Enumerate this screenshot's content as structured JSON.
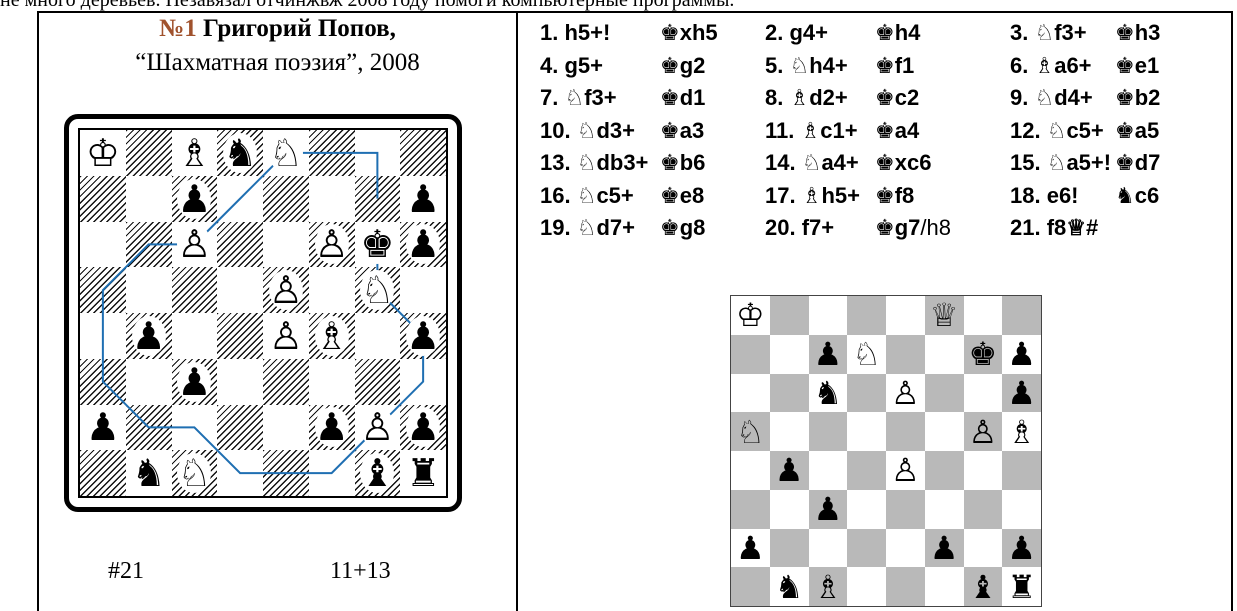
{
  "top_strip": "не много деревьев. Незавязал отчйнжвж 2008 году помоги компьютерные программы.",
  "problem": {
    "number": "№1",
    "author": "Григорий Попов,",
    "source": "“Шахматная поэзия”, 2008",
    "stipulation": "#21",
    "piece_count": "11+13"
  },
  "diagram_pieces": [
    {
      "sq": "a8",
      "glyph": "♔"
    },
    {
      "sq": "c8",
      "glyph": "♗"
    },
    {
      "sq": "d8",
      "glyph": "♞"
    },
    {
      "sq": "e8",
      "glyph": "♘"
    },
    {
      "sq": "c7",
      "glyph": "♟"
    },
    {
      "sq": "h7",
      "glyph": "♟"
    },
    {
      "sq": "c6",
      "glyph": "♙"
    },
    {
      "sq": "f6",
      "glyph": "♙"
    },
    {
      "sq": "g6",
      "glyph": "♚"
    },
    {
      "sq": "h6",
      "glyph": "♟"
    },
    {
      "sq": "e5",
      "glyph": "♙"
    },
    {
      "sq": "g5",
      "glyph": "♘"
    },
    {
      "sq": "b4",
      "glyph": "♟"
    },
    {
      "sq": "e4",
      "glyph": "♙"
    },
    {
      "sq": "f4",
      "glyph": "♗"
    },
    {
      "sq": "h4",
      "glyph": "♟"
    },
    {
      "sq": "c3",
      "glyph": "♟"
    },
    {
      "sq": "a2",
      "glyph": "♟"
    },
    {
      "sq": "f2",
      "glyph": "♟"
    },
    {
      "sq": "g2",
      "glyph": "♙"
    },
    {
      "sq": "h2",
      "glyph": "♟"
    },
    {
      "sq": "b1",
      "glyph": "♞"
    },
    {
      "sq": "c1",
      "glyph": "♘"
    },
    {
      "sq": "g1",
      "glyph": "♝"
    },
    {
      "sq": "h1",
      "glyph": "♜"
    }
  ],
  "king_path": [
    "g6",
    "g5",
    "h4",
    "h3",
    "g2",
    "f1",
    "e1",
    "d1",
    "c2",
    "b2",
    "a3",
    "a4",
    "a5",
    "b6",
    "c6",
    "d7",
    "e8",
    "f8",
    "g8",
    "g7"
  ],
  "solution_lines": [
    [
      {
        "num": "1.",
        "fig": "",
        "mv": "h5+!"
      },
      {
        "num": "",
        "fig": "♚",
        "mv": "xh5"
      },
      {
        "num": "2.",
        "fig": "",
        "mv": "g4+"
      },
      {
        "num": "",
        "fig": "♚",
        "mv": "h4"
      },
      {
        "num": "3.",
        "fig": "♘",
        "mv": "f3+"
      },
      {
        "num": "",
        "fig": "♚",
        "mv": "h3"
      }
    ],
    [
      {
        "num": "4.",
        "fig": "",
        "mv": "g5+"
      },
      {
        "num": "",
        "fig": "♚",
        "mv": "g2"
      },
      {
        "num": "5.",
        "fig": "♘",
        "mv": "h4+"
      },
      {
        "num": "",
        "fig": "♚",
        "mv": "f1"
      },
      {
        "num": "6.",
        "fig": "♗",
        "mv": "a6+"
      },
      {
        "num": "",
        "fig": "♚",
        "mv": "e1"
      }
    ],
    [
      {
        "num": "7.",
        "fig": "♘",
        "mv": "f3+"
      },
      {
        "num": "",
        "fig": "♚",
        "mv": "d1"
      },
      {
        "num": "8.",
        "fig": "♗",
        "mv": "d2+"
      },
      {
        "num": "",
        "fig": "♚",
        "mv": "c2"
      },
      {
        "num": "9.",
        "fig": "♘",
        "mv": "d4+"
      },
      {
        "num": "",
        "fig": "♚",
        "mv": "b2"
      }
    ],
    [
      {
        "num": "10.",
        "fig": "♘",
        "mv": "d3+"
      },
      {
        "num": "",
        "fig": "♚",
        "mv": "a3"
      },
      {
        "num": "11.",
        "fig": "♗",
        "mv": "c1+"
      },
      {
        "num": "",
        "fig": "♚",
        "mv": "a4"
      },
      {
        "num": "12.",
        "fig": "♘",
        "mv": "c5+"
      },
      {
        "num": "",
        "fig": "♚",
        "mv": "a5"
      }
    ],
    [
      {
        "num": "13.",
        "fig": "♘",
        "mv": "db3+"
      },
      {
        "num": "",
        "fig": "♚",
        "mv": "b6"
      },
      {
        "num": "14.",
        "fig": "♘",
        "mv": "a4+"
      },
      {
        "num": "",
        "fig": "♚",
        "mv": "xc6"
      },
      {
        "num": "15.",
        "fig": "♘",
        "mv": "a5+!"
      },
      {
        "num": "",
        "fig": "♚",
        "mv": "d7"
      }
    ],
    [
      {
        "num": "16.",
        "fig": "♘",
        "mv": "c5+"
      },
      {
        "num": "",
        "fig": "♚",
        "mv": "e8"
      },
      {
        "num": "17.",
        "fig": "♗",
        "mv": "h5+"
      },
      {
        "num": "",
        "fig": "♚",
        "mv": "f8"
      },
      {
        "num": "18.",
        "fig": "",
        "mv": "e6!"
      },
      {
        "num": "",
        "fig": "♞",
        "mv": "c6"
      }
    ],
    [
      {
        "num": "19.",
        "fig": "♘",
        "mv": "d7+"
      },
      {
        "num": "",
        "fig": "♚",
        "mv": "g8"
      },
      {
        "num": "20.",
        "fig": "",
        "mv": "f7+"
      },
      {
        "num": "",
        "fig": "♚",
        "mv": "g7",
        "light": "/h8"
      },
      {
        "num": "21.",
        "fig": "",
        "mv": "f8♕#"
      }
    ]
  ],
  "final_pieces": [
    {
      "sq": "a8",
      "glyph": "♔"
    },
    {
      "sq": "f8",
      "glyph": "♕"
    },
    {
      "sq": "c7",
      "glyph": "♟"
    },
    {
      "sq": "d7",
      "glyph": "♘"
    },
    {
      "sq": "g7",
      "glyph": "♚"
    },
    {
      "sq": "h7",
      "glyph": "♟"
    },
    {
      "sq": "c6",
      "glyph": "♞"
    },
    {
      "sq": "e6",
      "glyph": "♙"
    },
    {
      "sq": "h6",
      "glyph": "♟"
    },
    {
      "sq": "a5",
      "glyph": "♘"
    },
    {
      "sq": "g5",
      "glyph": "♙"
    },
    {
      "sq": "h5",
      "glyph": "♗"
    },
    {
      "sq": "b4",
      "glyph": "♟"
    },
    {
      "sq": "e4",
      "glyph": "♙"
    },
    {
      "sq": "c3",
      "glyph": "♟"
    },
    {
      "sq": "a2",
      "glyph": "♟"
    },
    {
      "sq": "f2",
      "glyph": "♟"
    },
    {
      "sq": "h2",
      "glyph": "♟"
    },
    {
      "sq": "b1",
      "glyph": "♞"
    },
    {
      "sq": "c1",
      "glyph": "♗"
    },
    {
      "sq": "g1",
      "glyph": "♝"
    },
    {
      "sq": "h1",
      "glyph": "♜"
    }
  ]
}
